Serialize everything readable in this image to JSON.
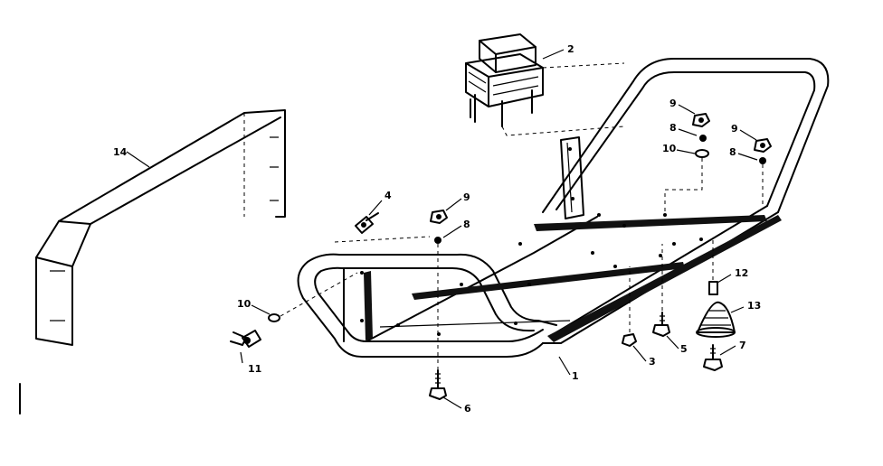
{
  "diagram": {
    "callouts": {
      "c1": "1",
      "c2": "2",
      "c3": "3",
      "c4": "4",
      "c5": "5",
      "c6": "6",
      "c7": "7",
      "c8a": "8",
      "c8b": "8",
      "c8c": "8",
      "c9a": "9",
      "c9b": "9",
      "c9c": "9",
      "c10a": "10",
      "c10b": "10",
      "c11": "11",
      "c12": "12",
      "c13": "13",
      "c14": "14"
    }
  }
}
